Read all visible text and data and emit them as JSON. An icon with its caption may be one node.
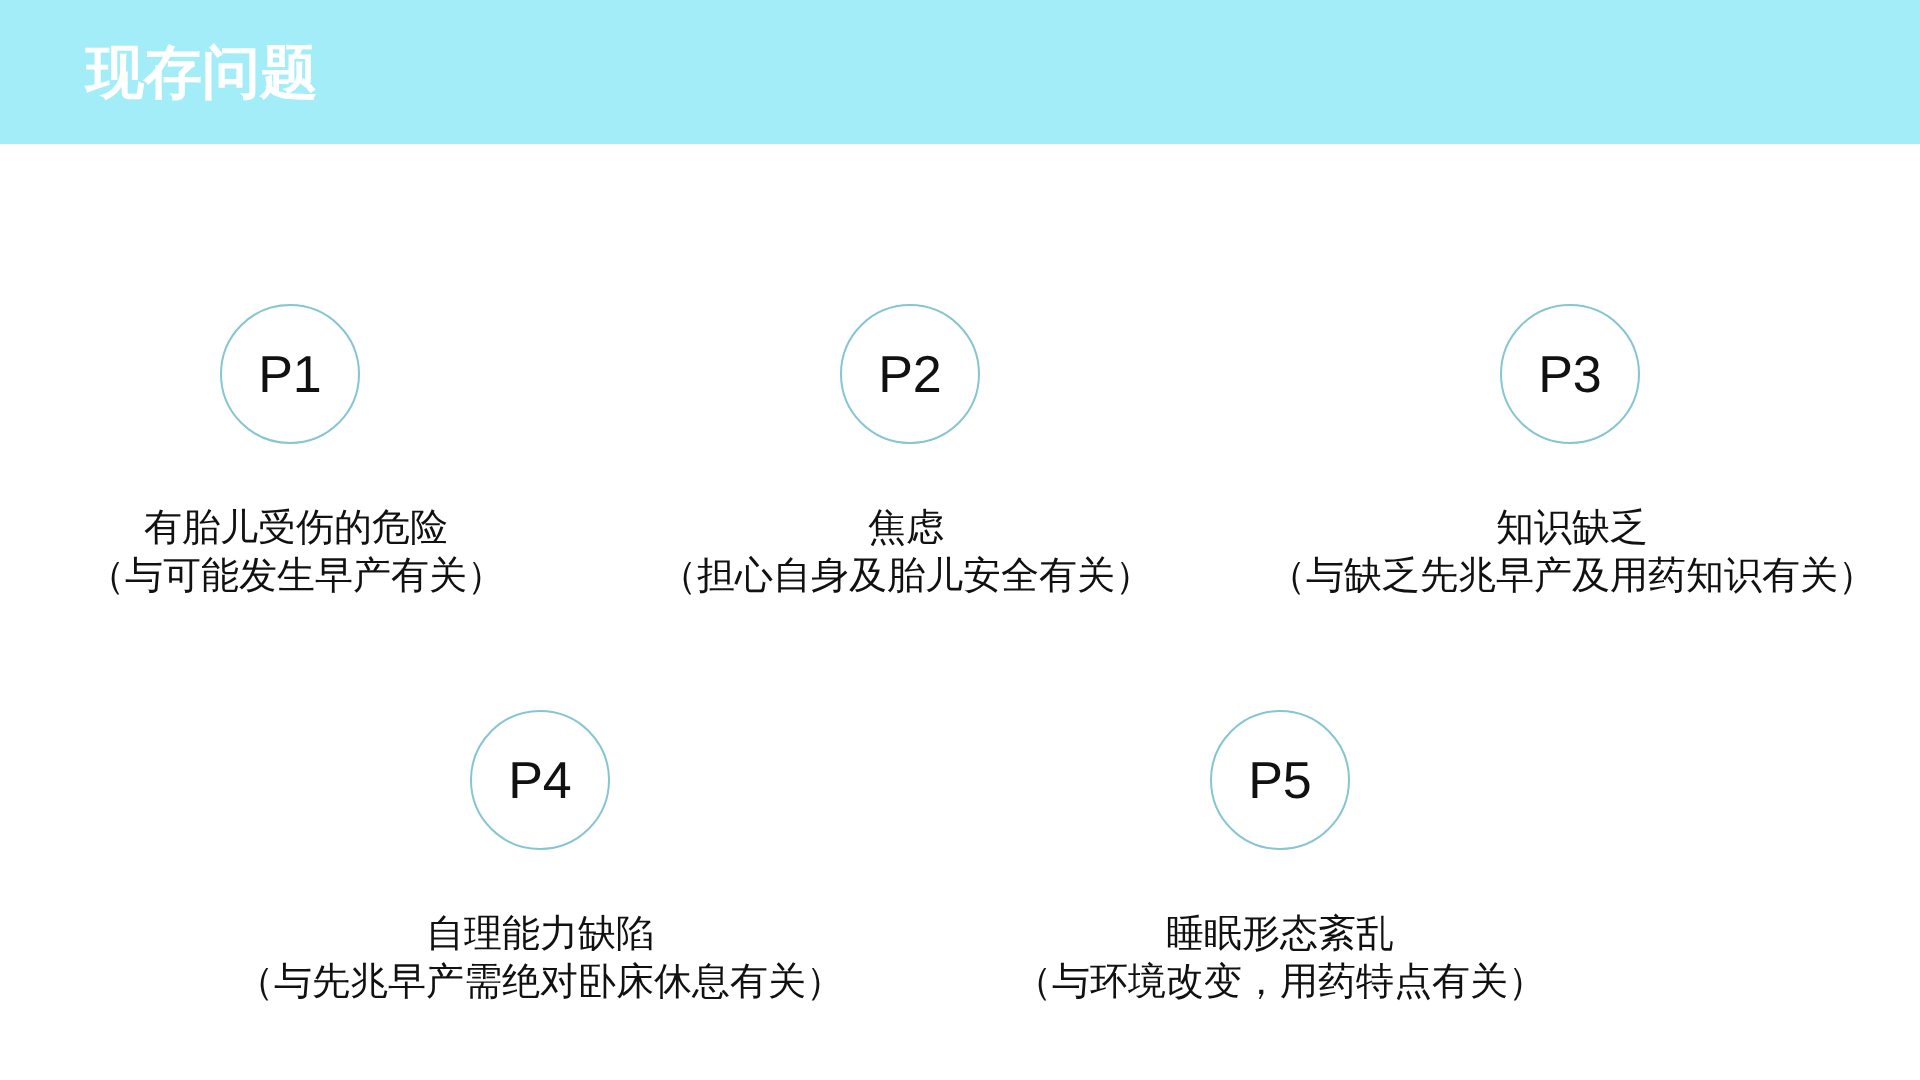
{
  "diagram": {
    "title": "现存问题",
    "nodes": [
      {
        "text": [
          "P1"
        ],
        "beside": [
          "有胎儿受伤的危险",
          "（与可能发生早产有关）"
        ]
      },
      {
        "text": [
          "P2"
        ],
        "beside": [
          "焦虑",
          "（担心自身及胎儿安全有关）"
        ]
      },
      {
        "text": [
          "P3"
        ],
        "beside": [
          "知识缺乏",
          "（与缺乏先兆早产及用药知识有关）"
        ]
      },
      {
        "text": [
          "P4"
        ],
        "beside": [
          "自理能力缺陷",
          "（与先兆早产需绝对卧床休息有关）"
        ]
      },
      {
        "text": [
          "P5"
        ],
        "beside": [
          "睡眠形态紊乱",
          "（与环境改变，用药特点有关）"
        ]
      }
    ]
  }
}
